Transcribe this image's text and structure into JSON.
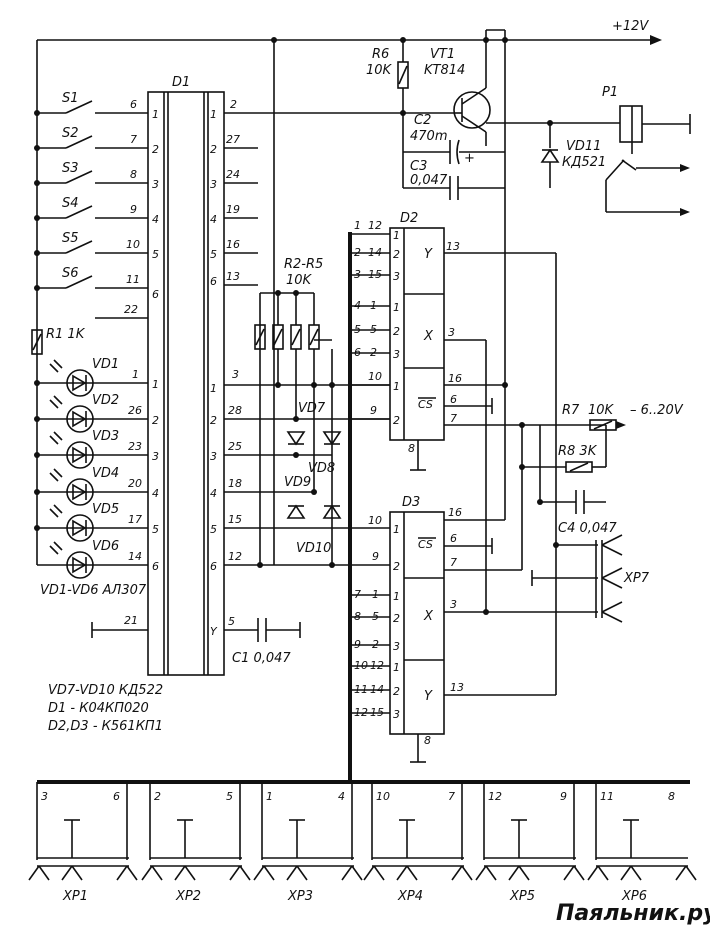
{
  "supply": {
    "vcc": "+12V",
    "neg": "– 6..20V"
  },
  "switches": [
    "S1",
    "S2",
    "S3",
    "S4",
    "S5",
    "S6"
  ],
  "switch_pins": [
    "6",
    "7",
    "8",
    "9",
    "10",
    "11"
  ],
  "d1": {
    "label": "D1",
    "left_inner": [
      "1",
      "2",
      "3",
      "4",
      "5",
      "6"
    ],
    "right_inner": [
      "1",
      "2",
      "3",
      "4",
      "5",
      "6"
    ],
    "right_outer": [
      "2",
      "27",
      "24",
      "19",
      "16",
      "13"
    ],
    "pin22": "22",
    "pin21": "21",
    "lower_left_inner": [
      "1",
      "2",
      "3",
      "4",
      "5",
      "6"
    ],
    "lower_left_outer": [
      "1",
      "26",
      "23",
      "20",
      "17",
      "14"
    ],
    "lower_right_inner": [
      "1",
      "2",
      "3",
      "4",
      "5",
      "6"
    ],
    "lower_right_outer": [
      "3",
      "28",
      "25",
      "18",
      "15",
      "12"
    ],
    "y_pin": "Y",
    "y_outer": "5"
  },
  "leds": [
    "VD1",
    "VD2",
    "VD3",
    "VD4",
    "VD5",
    "VD6"
  ],
  "resistors": {
    "r1": "R1 1K",
    "r6_name": "R6",
    "r6_val": "10K",
    "r25_name": "R2-R5",
    "r25_val": "10K",
    "r7_name": "R7",
    "r7_val": "10K",
    "r8": "R8 3K"
  },
  "transistor": {
    "name": "VT1",
    "type": "KT814"
  },
  "relay": "P1",
  "caps": {
    "c2_name": "C2",
    "c2_val": "470m",
    "c2_plus": "+",
    "c3_name": "C3",
    "c3_val": "0,047",
    "c4": "C4 0,047",
    "c1": "C1 0,047"
  },
  "vd11": {
    "name": "VD11",
    "type": "КД521"
  },
  "diodes": [
    "VD7",
    "VD8",
    "VD9",
    "VD10"
  ],
  "d2": {
    "label": "D2",
    "bus_pins": [
      [
        "1",
        "12"
      ],
      [
        "2",
        "14"
      ],
      [
        "3",
        "15"
      ],
      [
        "4",
        "1"
      ],
      [
        "5",
        "5"
      ],
      [
        "6",
        "2"
      ],
      [
        "10"
      ],
      [
        "9"
      ]
    ],
    "in_labels": [
      "1",
      "2",
      "3",
      "1",
      "2",
      "3",
      "1",
      "2"
    ],
    "out_pins": [
      "13",
      "3",
      "16",
      "6",
      "7"
    ],
    "funcs": [
      "Y",
      "X",
      "CS"
    ],
    "gnd_pin": "8"
  },
  "d3": {
    "label": "D3",
    "top_pins": [
      "10",
      "9"
    ],
    "top_in": [
      "1",
      "2"
    ],
    "bus_pins": [
      [
        "7",
        "1"
      ],
      [
        "8",
        "5"
      ],
      [
        "9",
        "2"
      ],
      [
        "10",
        "12"
      ],
      [
        "11",
        "14"
      ],
      [
        "12",
        "15"
      ]
    ],
    "in_labels": [
      "1",
      "2",
      "3",
      "1",
      "2",
      "3"
    ],
    "out_pins": [
      "16",
      "6",
      "7",
      "3",
      "13"
    ],
    "funcs": [
      "CS",
      "X",
      "Y"
    ],
    "gnd_pin": "8"
  },
  "xp7": "XP7",
  "legend": [
    "VD1-VD6 АЛ307",
    "VD7-VD10  КД522",
    "D1 - К04КП020",
    "D2,D3 - К561КП1"
  ],
  "connectors": [
    {
      "name": "XP1",
      "a": "3",
      "b": "6"
    },
    {
      "name": "XP2",
      "a": "2",
      "b": "5"
    },
    {
      "name": "XP3",
      "a": "1",
      "b": "4"
    },
    {
      "name": "XP4",
      "a": "10",
      "b": "7"
    },
    {
      "name": "XP5",
      "a": "12",
      "b": "9"
    },
    {
      "name": "XP6",
      "a": "11",
      "b": "8"
    }
  ],
  "watermark": "Паяльник.ру"
}
